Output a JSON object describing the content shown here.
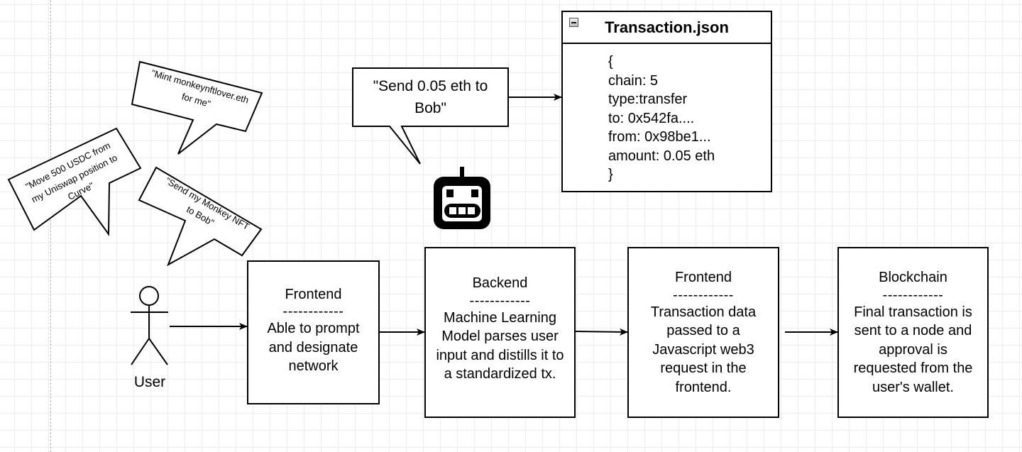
{
  "diagram": {
    "user_label": "User",
    "speech_bubbles": [
      {
        "id": "mint",
        "lines": [
          "\"Mint monkeynftlover.eth",
          "for me\""
        ]
      },
      {
        "id": "move",
        "lines": [
          "\"Move 500 USDC from",
          "my Uniswap position to",
          "Curve\""
        ]
      },
      {
        "id": "send_nft",
        "lines": [
          "\"Send my Monkey NFT",
          "to Bob\""
        ]
      }
    ],
    "main_bubble": {
      "lines": [
        "\"Send 0.05 eth to",
        "Bob\""
      ]
    },
    "robot_icon": "robot-icon",
    "transaction_card": {
      "title": "Transaction.json",
      "lines": [
        "{",
        "chain: 5",
        "type:transfer",
        "to: 0x542fa....",
        "from: 0x98be1...",
        "amount: 0.05 eth",
        "}"
      ]
    },
    "boxes": [
      {
        "id": "frontend1",
        "title": "Frontend",
        "separator": "------------",
        "body": [
          "Able to prompt",
          "and designate",
          "network"
        ]
      },
      {
        "id": "backend",
        "title": "Backend",
        "separator": "------------",
        "body": [
          "Machine Learning",
          "Model parses user",
          "input and distills it to",
          "a standardized tx."
        ]
      },
      {
        "id": "frontend2",
        "title": "Frontend",
        "separator": "------------",
        "body": [
          "Transaction data",
          "passed to a",
          "Javascript web3",
          "request in the",
          "frontend."
        ]
      },
      {
        "id": "blockchain",
        "title": "Blockchain",
        "separator": "------------",
        "body": [
          "Final transaction is",
          "sent to a node and",
          "approval is",
          "requested from the",
          "user's wallet."
        ]
      }
    ]
  }
}
